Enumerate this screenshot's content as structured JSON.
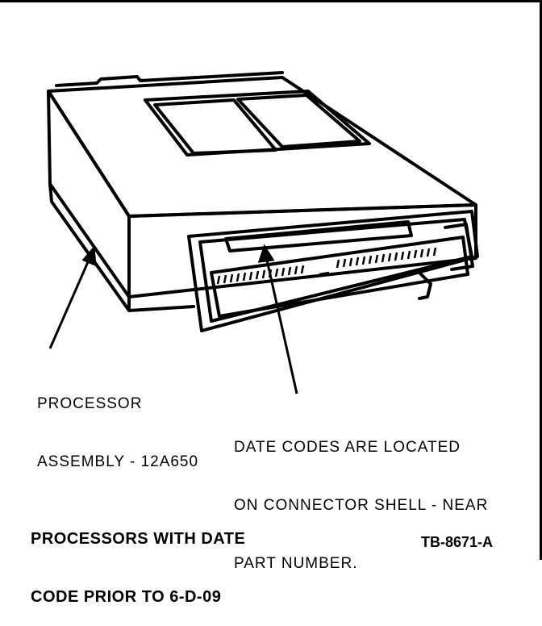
{
  "labels": {
    "processor_assembly": [
      "PROCESSOR",
      "ASSEMBLY - 12A650"
    ],
    "date_codes": [
      "DATE CODES ARE LOCATED",
      "ON CONNECTOR SHELL - NEAR",
      "PART NUMBER."
    ],
    "caption": [
      "PROCESSORS WITH DATE",
      "CODE PRIOR TO 6-D-09"
    ],
    "figure_id": "TB-8671-A"
  }
}
